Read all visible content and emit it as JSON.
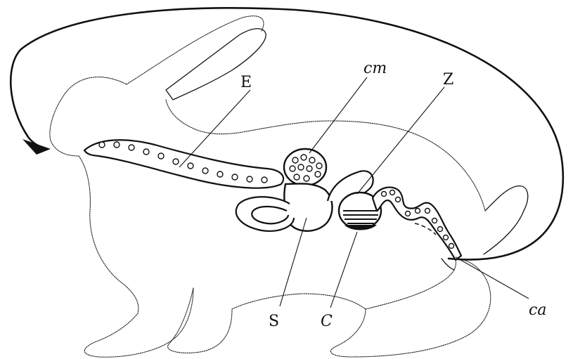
{
  "labels": {
    "esophagus": "E",
    "cm": "cm",
    "z": "Z",
    "stomach": "S",
    "caecum": "C",
    "ca": "ca"
  }
}
